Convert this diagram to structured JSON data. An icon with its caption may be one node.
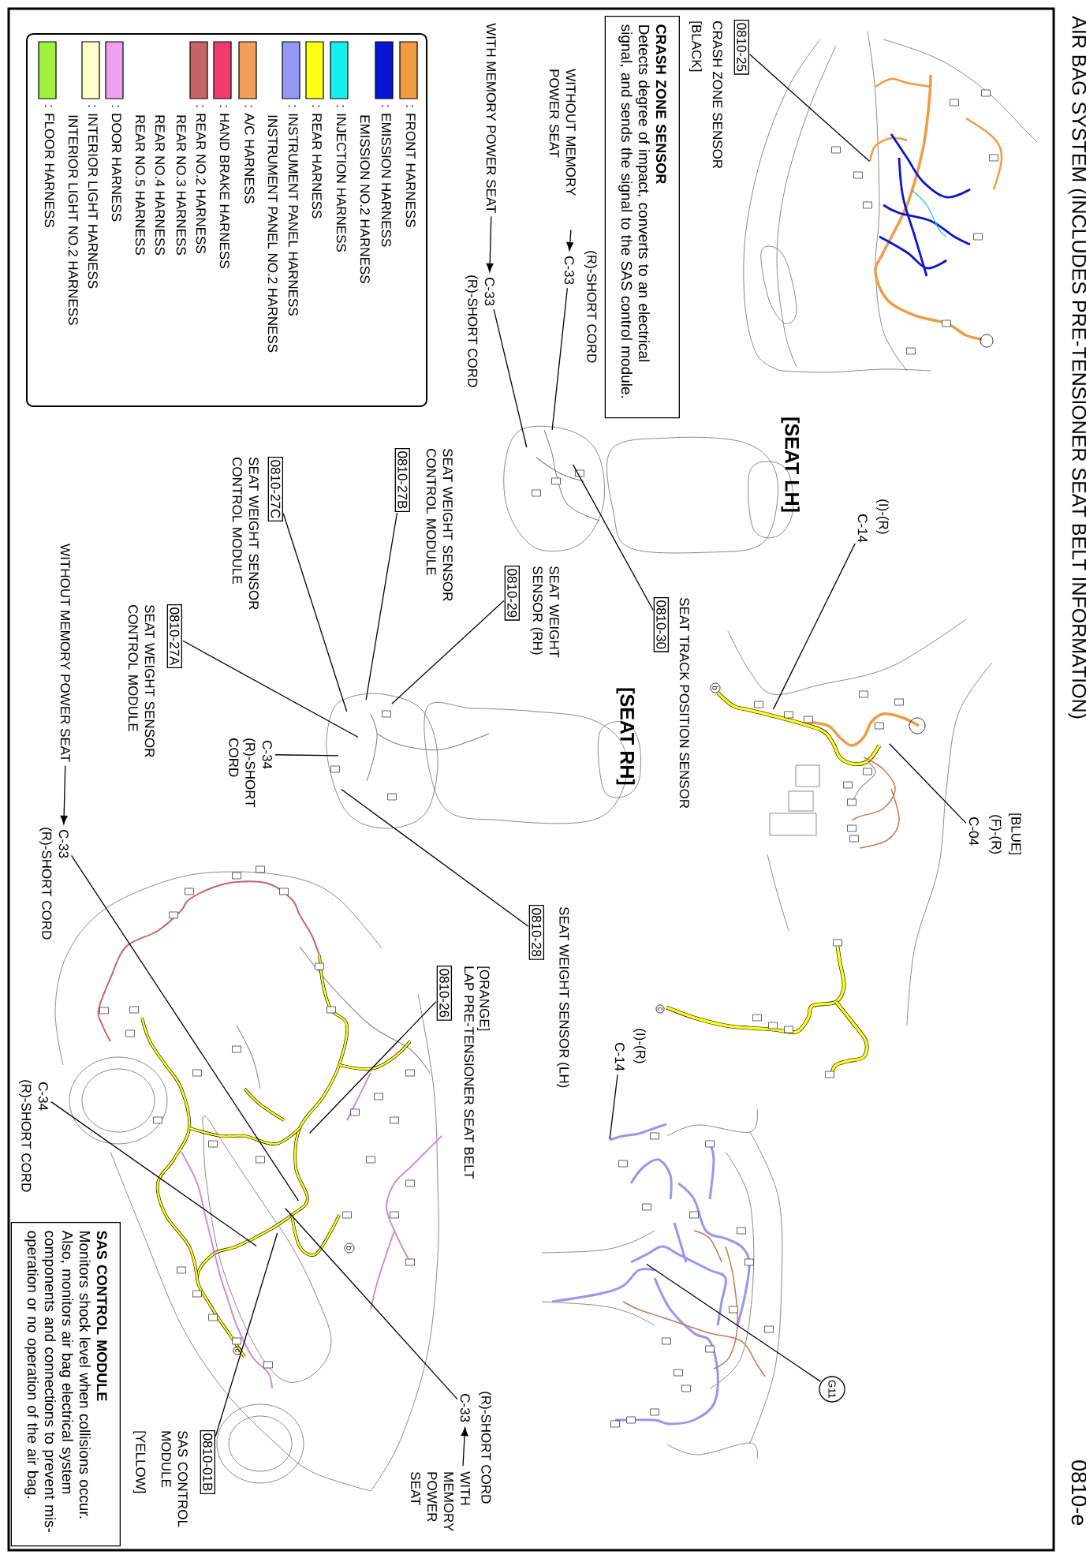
{
  "diagram": {
    "title": "AIR BAG SYSTEM (INCLUDES PRE-TENSIONER SEAT BELT INFORMATION)",
    "nodes": [
      {
        "text": [
          "0810-25"
        ],
        "beside": [
          "CRASH ZONE SENSOR",
          "[BLACK]"
        ]
      },
      {
        "text": [
          "CRASH ZONE SENSOR",
          "Detects degree of impact, converts to an electrical signal, and sends the signal to the SAS control module."
        ]
      },
      {
        "text": [
          "WITHOUT MEMORY POWER SEAT"
        ]
      },
      {
        "text": [
          "C-33"
        ],
        "beside": [
          "(R)-SHORT CORD"
        ]
      },
      {
        "text": [
          "WITH MEMORY POWER SEAT"
        ]
      },
      {
        "text": [
          "C-33"
        ],
        "beside": [
          "(R)-SHORT CORD"
        ]
      },
      {
        "text": [
          "C-14"
        ],
        "beside": [
          "(I)-(R)"
        ]
      },
      {
        "text": [
          "0810-30"
        ],
        "beside": [
          "SEAT TRACK POSITION SENSOR"
        ]
      },
      {
        "text": [
          "0810-29"
        ],
        "beside": [
          "SEAT WEIGHT SENSOR (RH)"
        ]
      },
      {
        "text": [
          "0810-27B"
        ],
        "beside": [
          "SEAT WEIGHT SENSOR CONTROL MODULE"
        ]
      },
      {
        "text": [
          "0810-27C"
        ],
        "beside": [
          "SEAT WEIGHT SENSOR CONTROL MODULE"
        ]
      },
      {
        "text": [
          "0810-27A"
        ],
        "beside": [
          "SEAT WEIGHT SENSOR CONTROL MODULE"
        ]
      },
      {
        "text": [
          "C-34"
        ],
        "beside": [
          "(R)-SHORT CORD"
        ]
      },
      {
        "text": [
          "C-04"
        ],
        "beside": [
          "[BLUE]",
          "(F)-(R)"
        ]
      },
      {
        "text": [
          "0810-28"
        ],
        "beside": [
          "SEAT WEIGHT SENSOR (LH)"
        ]
      },
      {
        "text": [
          "0810-26"
        ],
        "beside": [
          "[ORANGE]",
          "LAP PRE-TENSIONER SEAT BELT"
        ]
      },
      {
        "text": [
          "WITHOUT MEMORY POWER SEAT"
        ]
      },
      {
        "text": [
          "C-33"
        ],
        "beside": [
          "(R)-SHORT CORD"
        ]
      },
      {
        "text": [
          "C-14"
        ],
        "beside": [
          "(I)-(R)"
        ]
      },
      {
        "text": [
          "G11"
        ]
      },
      {
        "text": [
          "C-33"
        ],
        "beside": [
          "(R)-SHORT CORD"
        ]
      },
      {
        "text": [
          "WITH MEMORY POWER SEAT"
        ]
      },
      {
        "text": [
          "0810-01B"
        ],
        "beside": [
          "SAS CONTROL MODULE",
          "[YELLOW]"
        ]
      },
      {
        "text": [
          "C-34"
        ],
        "beside": [
          "(R)-SHORT CORD"
        ]
      },
      {
        "text": [
          "SAS CONTROL MODULE",
          "Monitors shock level when collisions occur. Also, monitors air bag electrical system components and connections to prevent mis-operation or no operation of the air bag."
        ]
      }
    ],
    "edges": [
      {
        "from": 0,
        "to": null,
        "arrow": "none"
      },
      {
        "from": 2,
        "to": 3,
        "arrow": "to"
      },
      {
        "from": 3,
        "to": null,
        "arrow": "none"
      },
      {
        "from": 4,
        "to": 5,
        "arrow": "to"
      },
      {
        "from": 5,
        "to": null,
        "arrow": "none"
      },
      {
        "from": 6,
        "to": null,
        "arrow": "none"
      },
      {
        "from": 7,
        "to": null,
        "arrow": "none"
      },
      {
        "from": 8,
        "to": null,
        "arrow": "none"
      },
      {
        "from": 9,
        "to": null,
        "arrow": "none"
      },
      {
        "from": 10,
        "to": null,
        "arrow": "none"
      },
      {
        "from": 11,
        "to": null,
        "arrow": "none"
      },
      {
        "from": 12,
        "to": null,
        "arrow": "none"
      },
      {
        "from": 16,
        "to": 17,
        "arrow": "to"
      },
      {
        "from": 17,
        "to": null,
        "arrow": "none"
      },
      {
        "from": 14,
        "to": null,
        "arrow": "none"
      },
      {
        "from": 15,
        "to": null,
        "arrow": "none"
      },
      {
        "from": 21,
        "to": 20,
        "arrow": "to"
      },
      {
        "from": 20,
        "to": null,
        "arrow": "none"
      },
      {
        "from": 22,
        "to": null,
        "arrow": "none"
      },
      {
        "from": 23,
        "to": null,
        "arrow": "none"
      },
      {
        "from": 19,
        "to": null,
        "arrow": "none"
      },
      {
        "from": 18,
        "to": null,
        "arrow": "none"
      },
      {
        "from": 13,
        "to": null,
        "arrow": "none"
      }
    ],
    "labels": [
      "[SEAT LH]",
      "[SEAT RH]",
      "b",
      "c",
      "b",
      "c",
      "0810-e"
    ],
    "legend": [
      {
        "text": ": FRONT HARNESS",
        "color": "#f39a45"
      },
      {
        "text": ": EMISSION HARNESS",
        "color": "#0a14d2"
      },
      {
        "text": "EMISSION NO.2 HARNESS"
      },
      {
        "text": ": INJECTION HARNESS",
        "color": "#14f0f0"
      },
      {
        "text": ": REAR HARNESS",
        "color": "#ffff14"
      },
      {
        "text": ": INSTRUMENT PANEL HARNESS",
        "color": "#9696f5"
      },
      {
        "text": "INSTRUMENT PANEL NO.2 HARNESS"
      },
      {
        "text": ": A/C HARNESS",
        "color": "#f0a05a"
      },
      {
        "text": ": HAND BRAKE HARNESS",
        "color": "#f03c6e"
      },
      {
        "text": ": REAR NO.2 HARNESS",
        "color": "#c86464"
      },
      {
        "text": "REAR NO.3 HARNESS"
      },
      {
        "text": "REAR NO.4 HARNESS"
      },
      {
        "text": "REAR NO.5 HARNESS"
      },
      {
        "text": ": DOOR HARNESS",
        "color": "#f0a0f0"
      },
      {
        "text": ": INTERIOR LIGHT HARNESS",
        "color": "#ffffc8"
      },
      {
        "text": "INTERIOR LIGHT NO.2 HARNESS"
      },
      {
        "text": ": FLOOR HARNESS",
        "color": "#a0f03c"
      }
    ]
  }
}
